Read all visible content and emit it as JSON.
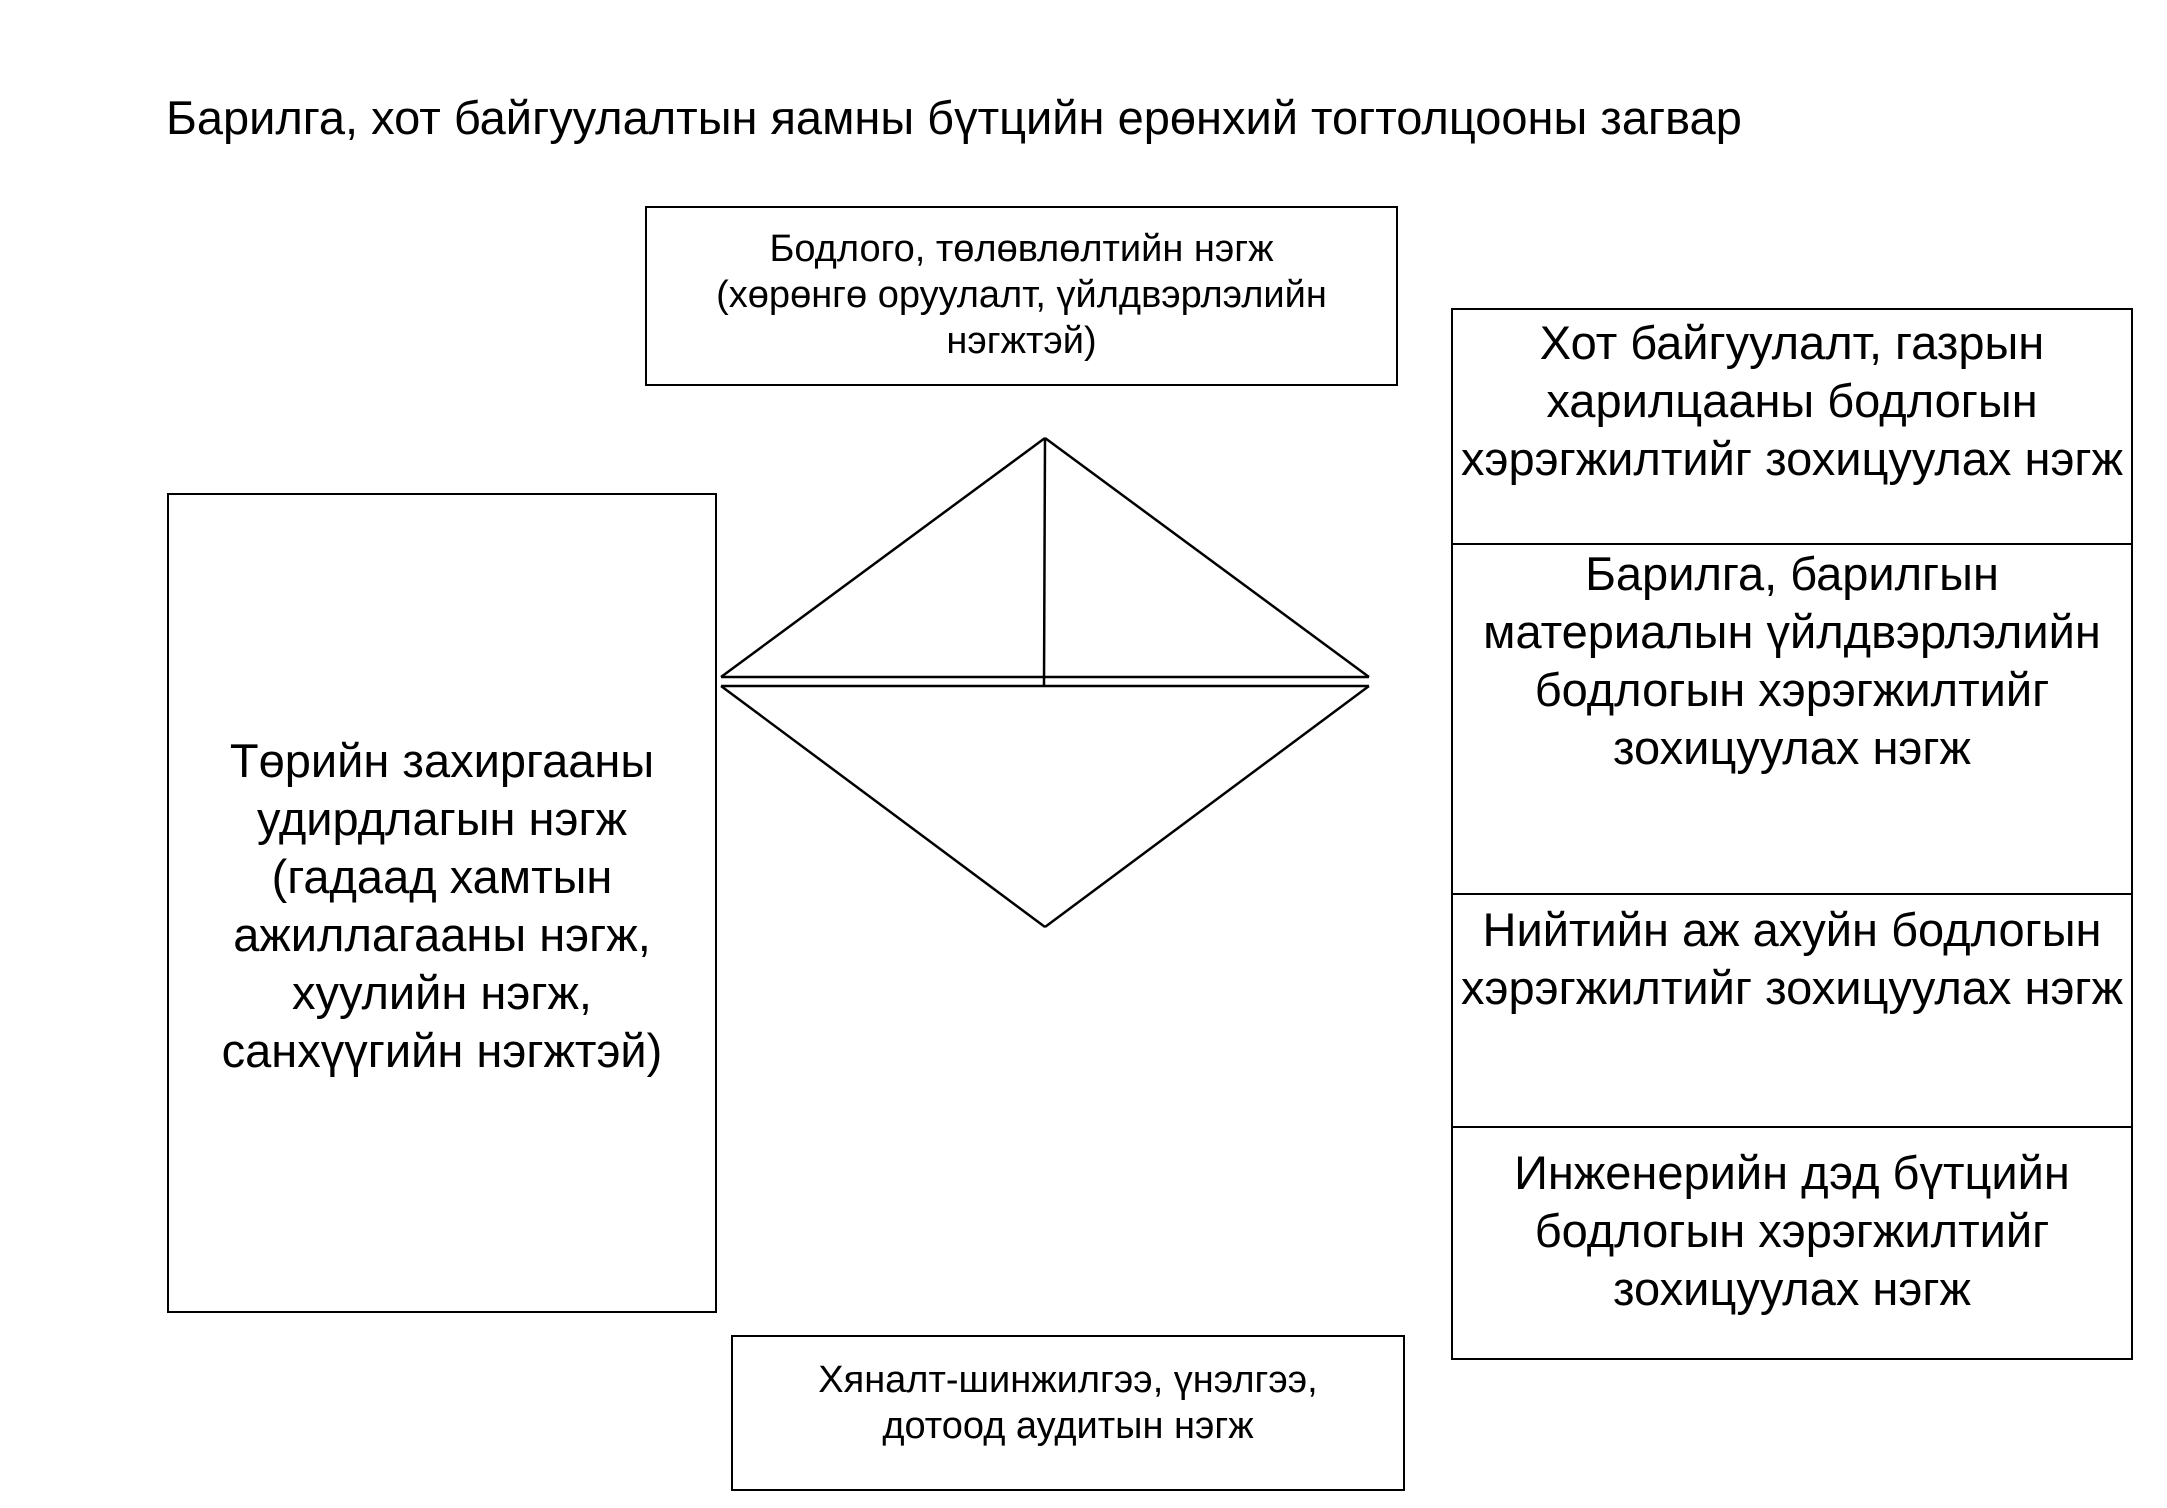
{
  "title": "Барилга, хот байгуулалтын яамны бүтцийн ерөнхий тогтолцооны загвар",
  "top_box": {
    "lines": [
      "Бодлого, төлөвлөлтийн нэгж",
      "(хөрөнгө оруулалт, үйлдвэрлэлийн",
      "нэгжтэй)"
    ]
  },
  "left_box": {
    "lines": [
      "Төрийн захиргааны",
      "удирдлагын нэгж",
      "(гадаад хамтын",
      "ажиллагааны нэгж,",
      "хуулийн нэгж,",
      "санхүүгийн нэгжтэй)"
    ]
  },
  "right_boxes": [
    {
      "lines": [
        "Хот байгуулалт, газрын",
        "харилцааны бодлогын",
        "хэрэгжилтийг зохицуулах",
        "нэгж"
      ]
    },
    {
      "lines": [
        "Барилга, барилгын",
        "материалын",
        "үйлдвэрлэлийн бодлогын",
        "хэрэгжилтийг зохицуулах",
        "нэгж"
      ]
    },
    {
      "lines": [
        "Нийтийн аж ахуйн",
        "бодлогын хэрэгжилтийг",
        "зохицуулах нэгж"
      ]
    },
    {
      "lines": [
        "Инженерийн дэд бүтцийн",
        "бодлогын хэрэгжилтийг",
        "зохицуулах нэгж"
      ]
    }
  ],
  "bottom_box": {
    "lines": [
      "Хяналт-шинжилгээ, үнэлгээ,",
      "дотоод аудитын нэгж"
    ]
  }
}
